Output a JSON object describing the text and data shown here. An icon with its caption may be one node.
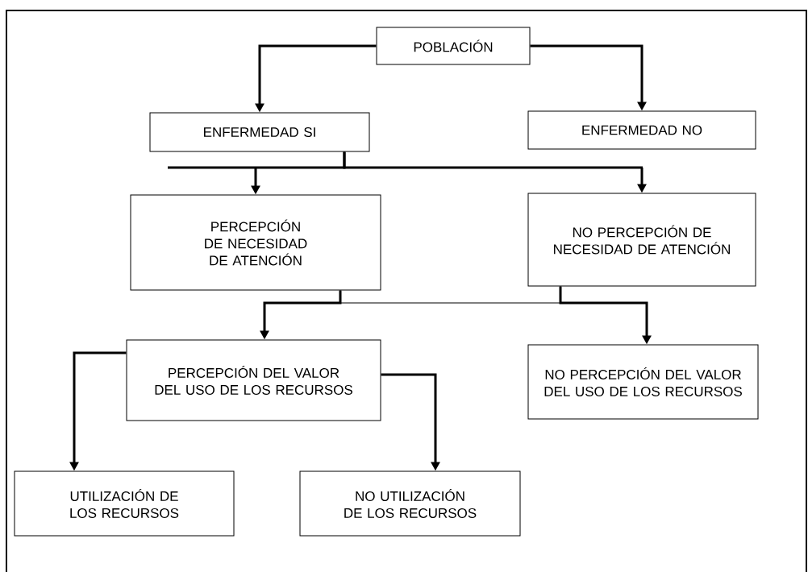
{
  "diagram": {
    "nodes": [
      {
        "text": [
          "POBLACIÓN"
        ]
      },
      {
        "text": [
          "ENFERMEDAD SI"
        ]
      },
      {
        "text": [
          "ENFERMEDAD NO"
        ]
      },
      {
        "text": [
          "PERCEPCIÓN DE NECESIDAD DE ATENCIÓN"
        ]
      },
      {
        "text": [
          "NO PERCEPCIÓN DE NECESIDAD DE ATENCIÓN"
        ]
      },
      {
        "text": [
          "PERCEPCIÓN DEL VALOR DEL USO DE LOS RECURSOS"
        ]
      },
      {
        "text": [
          "NO PERCEPCIÓN DEL VALOR DEL USO DE LOS RECURSOS"
        ]
      },
      {
        "text": [
          "UTILIZACIÓN DE LOS RECURSOS"
        ]
      },
      {
        "text": [
          "NO UTILIZACIÓN DE LOS RECURSOS"
        ]
      }
    ],
    "edges": [
      {
        "from": 0,
        "to": 1,
        "arrow": "to"
      },
      {
        "from": 0,
        "to": 2,
        "arrow": "to"
      },
      {
        "from": 1,
        "to": 3,
        "arrow": "to"
      },
      {
        "from": 1,
        "to": 4,
        "arrow": "to"
      },
      {
        "from": 3,
        "to": 5,
        "arrow": "to"
      },
      {
        "from": 3,
        "to": 4,
        "arrow": "none"
      },
      {
        "from": 4,
        "to": 6,
        "arrow": "to"
      },
      {
        "from": 5,
        "to": 7,
        "arrow": "to"
      },
      {
        "from": 5,
        "to": 8,
        "arrow": "to"
      }
    ]
  }
}
